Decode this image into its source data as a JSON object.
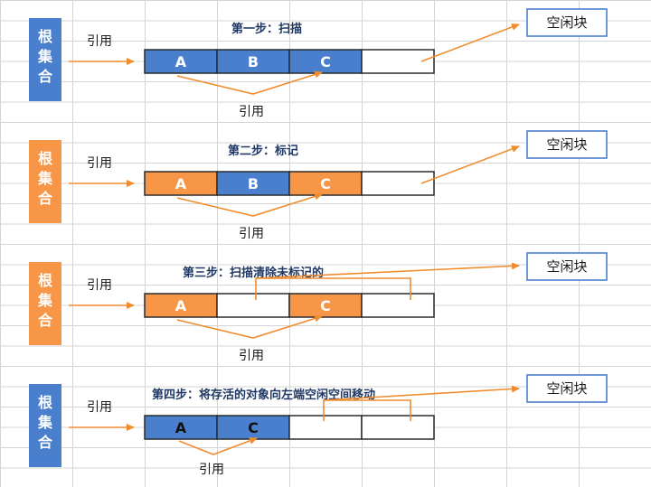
{
  "colors": {
    "blue": "#4a7fce",
    "orange": "#f79646",
    "arrow": "#f08c2e",
    "border": "#2b2b2b",
    "free_border": "#4a7fce"
  },
  "panels": [
    {
      "title": "第一步：扫描",
      "root_chars": [
        "根",
        "集",
        "合"
      ],
      "root_color": "blue",
      "ref_label_left": "引用",
      "ref_label_bottom": "引用",
      "free_block": "空闲块",
      "cells": [
        {
          "label": "A",
          "color": "blue"
        },
        {
          "label": "B",
          "color": "blue"
        },
        {
          "label": "C",
          "color": "blue"
        },
        {
          "label": "",
          "color": "white"
        }
      ]
    },
    {
      "title": "第二步：标记",
      "root_chars": [
        "根",
        "集",
        "合"
      ],
      "root_color": "orange",
      "ref_label_left": "引用",
      "ref_label_bottom": "引用",
      "free_block": "空闲块",
      "cells": [
        {
          "label": "A",
          "color": "orange"
        },
        {
          "label": "B",
          "color": "blue"
        },
        {
          "label": "C",
          "color": "orange"
        },
        {
          "label": "",
          "color": "white"
        }
      ]
    },
    {
      "title": "第三步：扫描清除未标记的",
      "root_chars": [
        "根",
        "集",
        "合"
      ],
      "root_color": "orange",
      "ref_label_left": "引用",
      "ref_label_bottom": "引用",
      "free_block": "空闲块",
      "cells": [
        {
          "label": "A",
          "color": "orange"
        },
        {
          "label": "",
          "color": "white"
        },
        {
          "label": "C",
          "color": "orange"
        },
        {
          "label": "",
          "color": "white"
        }
      ]
    },
    {
      "title": "第四步：将存活的对象向左端空闲空间移动",
      "root_chars": [
        "根",
        "集",
        "合"
      ],
      "root_color": "blue",
      "ref_label_left": "引用",
      "ref_label_bottom": "引用",
      "free_block": "空闲块",
      "cells": [
        {
          "label": "A",
          "color": "blue"
        },
        {
          "label": "C",
          "color": "blue"
        },
        {
          "label": "",
          "color": "white"
        },
        {
          "label": "",
          "color": "white"
        }
      ]
    }
  ]
}
